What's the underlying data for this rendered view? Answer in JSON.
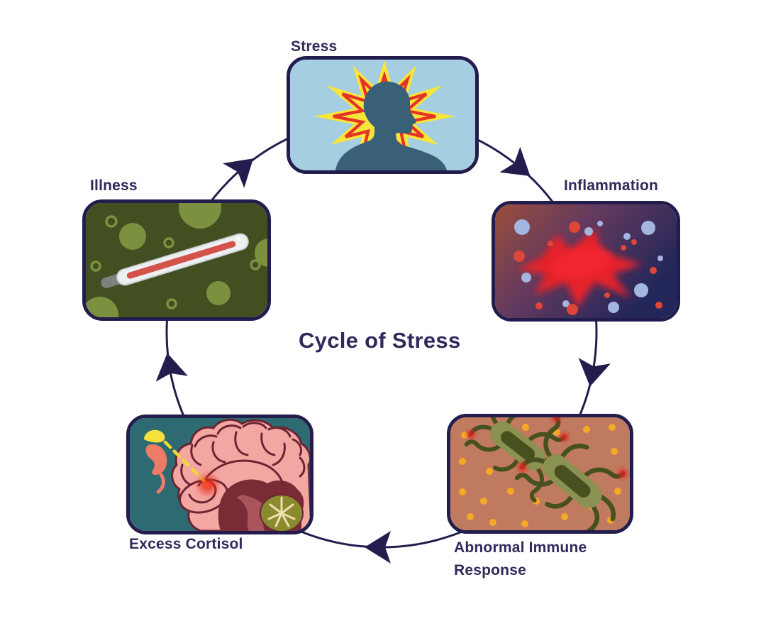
{
  "diagram": {
    "title": "Cycle of Stress",
    "flow_direction": "clockwise",
    "nodes": [
      {
        "id": "stress",
        "label": "Stress",
        "icon": "head-stress-burst-icon",
        "bg_color": "#a5cee1"
      },
      {
        "id": "inflammation",
        "label": "Inflammation",
        "icon": "inflammation-splat-icon",
        "bg_color": "#9a4e3c"
      },
      {
        "id": "abnormal-immune-response",
        "label": "Abnormal Immune Response",
        "icon": "bacteria-icon",
        "bg_color": "#c07a60"
      },
      {
        "id": "excess-cortisol",
        "label": "Excess Cortisol",
        "icon": "brain-cortisol-icon",
        "bg_color": "#2d6a72"
      },
      {
        "id": "illness",
        "label": "Illness",
        "icon": "thermometer-icon",
        "bg_color": "#434f21"
      }
    ],
    "colors": {
      "outline": "#221d4d",
      "label_text": "#2e2a5c",
      "canvas_background": "#ffffff",
      "burst_yellow": "#f8e53a",
      "burst_red": "#e63328",
      "splat_red": "#e6202a",
      "dot_orange": "#f7a823"
    }
  }
}
